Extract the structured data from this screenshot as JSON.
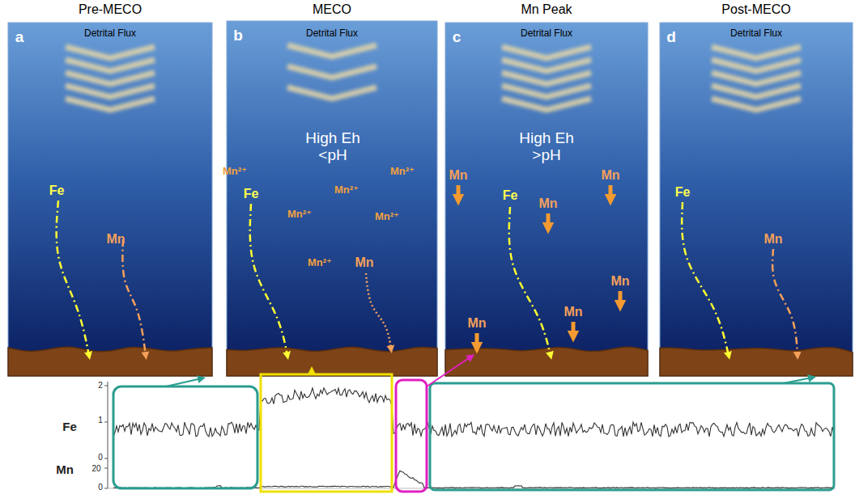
{
  "diagram": {
    "nodes": [
      {
        "text": [
          "Pre-MECO",
          "Detrital Flux",
          "a",
          "Fe",
          "Mn"
        ]
      },
      {
        "text": [
          "MECO",
          "Detrital Flux",
          "b",
          "High Eh <pH",
          "Mn²⁺",
          "Mn²⁺",
          "Mn²⁺",
          "Mn²⁺",
          "Mn²⁺",
          "Mn²⁺",
          "Fe",
          "Mn"
        ]
      },
      {
        "text": [
          "Mn Peak",
          "Detrital Flux",
          "c",
          "High Eh >pH",
          "Mn",
          "Mn",
          "Fe",
          "Mn",
          "Mn",
          "Mn",
          "Mn"
        ]
      },
      {
        "text": [
          "Post-MECO",
          "Detrital Flux",
          "d",
          "Fe",
          "Mn"
        ]
      }
    ],
    "labels": [
      "Fe",
      "2",
      "1",
      "0",
      "Mn",
      "20",
      "0"
    ]
  }
}
